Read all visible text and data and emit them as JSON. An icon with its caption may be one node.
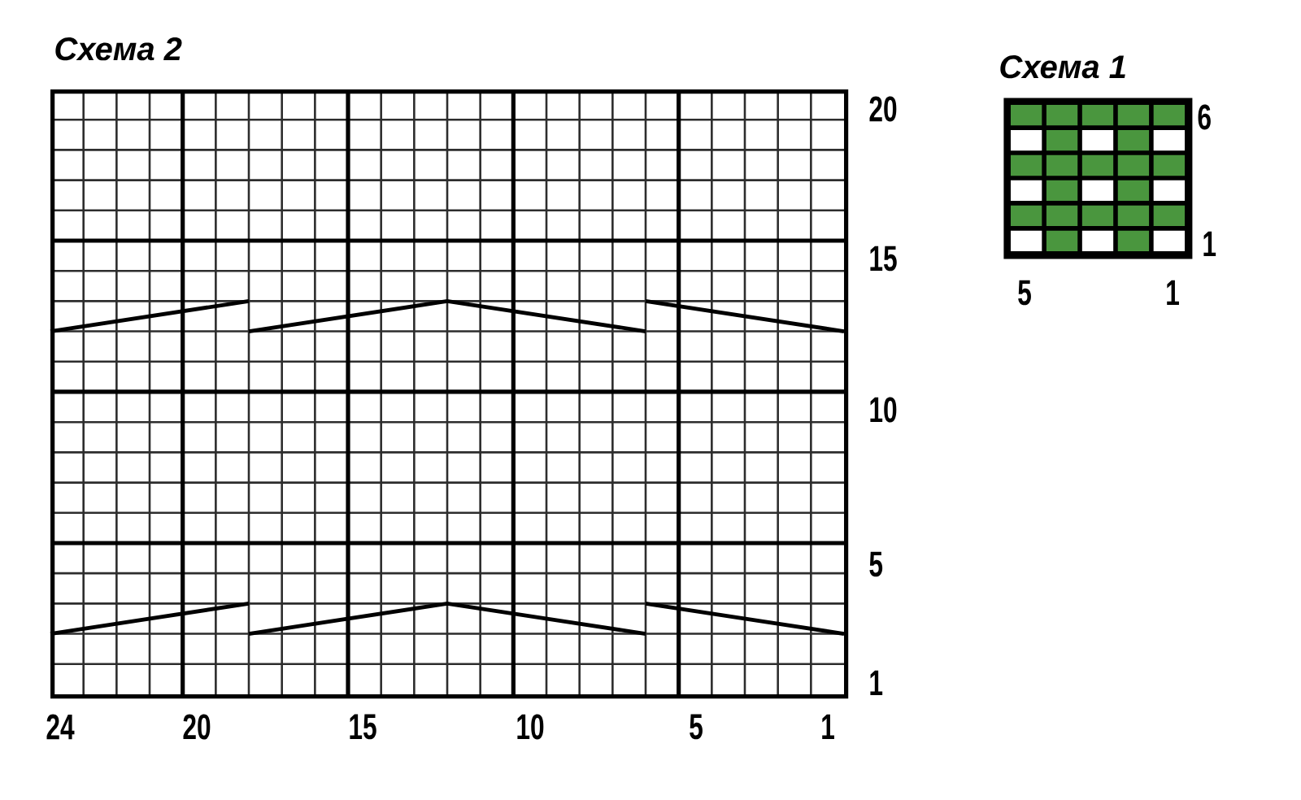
{
  "diagram": {
    "nodes": [
      {
        "text": [
          "Схема 2"
        ],
        "beside": [
          "20",
          "15",
          "10",
          "5",
          "1",
          "24",
          "20",
          "15",
          "10",
          "5",
          "1"
        ]
      },
      {
        "text": [
          "Схема 1"
        ],
        "beside": [
          "6",
          "1",
          "5",
          "1"
        ]
      }
    ]
  }
}
